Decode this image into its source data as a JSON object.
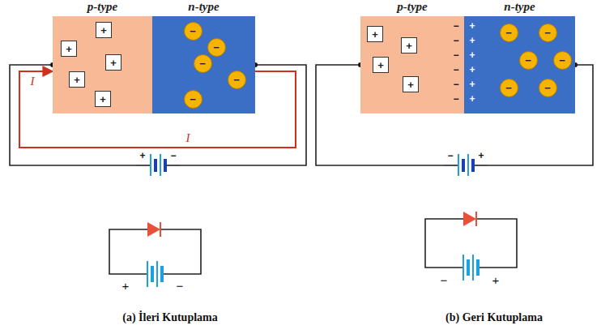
{
  "diagram": {
    "nodes": [
      {
        "text": [
          "p-type"
        ]
      },
      {
        "text": [
          "n-type"
        ]
      },
      {
        "text": [
          "+"
        ],
        "in": 0
      },
      {
        "text": [
          "+"
        ],
        "in": 0
      },
      {
        "text": [
          "+"
        ],
        "in": 0
      },
      {
        "text": [
          "+"
        ],
        "in": 0
      },
      {
        "text": [
          "+"
        ],
        "in": 0
      },
      {
        "text": [
          "−"
        ],
        "in": 1
      },
      {
        "text": [
          "−"
        ],
        "in": 1
      },
      {
        "text": [
          "−"
        ],
        "in": 1
      },
      {
        "text": [
          "−"
        ],
        "in": 1
      },
      {
        "text": [
          "−"
        ],
        "in": 1
      },
      {
        "text": [
          "p-type"
        ]
      },
      {
        "text": [
          "n-type"
        ]
      },
      {
        "text": [
          "+"
        ],
        "in": 12
      },
      {
        "text": [
          "+"
        ],
        "in": 12
      },
      {
        "text": [
          "+"
        ],
        "in": 12
      },
      {
        "text": [
          "+"
        ],
        "in": 12
      },
      {
        "text": [
          "−"
        ],
        "in": 13
      },
      {
        "text": [
          "−"
        ],
        "in": 13
      },
      {
        "text": [
          "−"
        ],
        "in": 13
      },
      {
        "text": [
          "−"
        ],
        "in": 13
      },
      {
        "text": [
          "−"
        ],
        "in": 13
      },
      {
        "text": [
          "−"
        ],
        "in": 13
      }
    ],
    "edges": [
      {
        "from": 1,
        "to": 0,
        "arrow": "to",
        "label": "I"
      },
      {
        "from": 12,
        "to": 13,
        "arrow": "none"
      }
    ],
    "labels": [
      "I",
      "+",
      "−",
      "−",
      "−",
      "−",
      "−",
      "−",
      "−",
      "+",
      "+",
      "+",
      "+",
      "+",
      "+",
      "−",
      "+",
      "+",
      "−",
      "−",
      "+",
      "(a) İleri Kutuplama",
      "(b) Geri Kutuplama"
    ]
  }
}
